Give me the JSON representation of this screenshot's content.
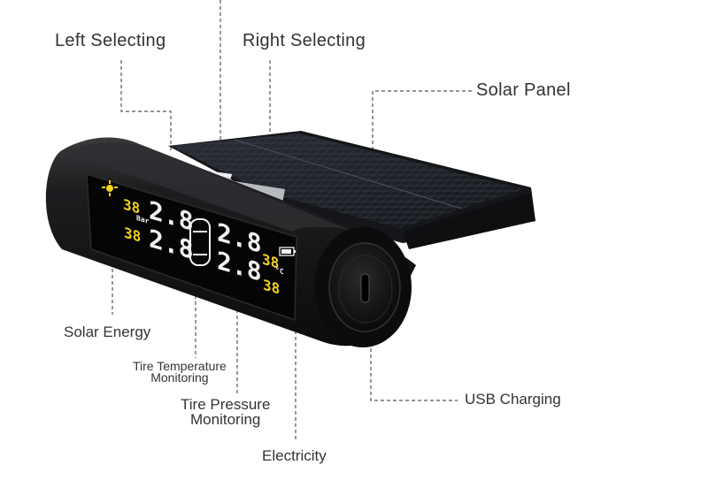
{
  "labels": {
    "left_selecting": "Left Selecting",
    "right_selecting": "Right Selecting",
    "solar_panel": "Solar Panel",
    "solar_energy": "Solar Energy",
    "tire_temperature_line1": "Tire Temperature",
    "tire_temperature_line2": "Monitoring",
    "tire_pressure_line1": "Tire Pressure",
    "tire_pressure_line2": "Monitoring",
    "usb_charging": "USB Charging",
    "electricity": "Electricity"
  },
  "display": {
    "pressure_readings": [
      "2.8",
      "2.8",
      "2.8",
      "2.8"
    ],
    "temperature_readings": [
      "38",
      "38",
      "38",
      "38"
    ],
    "pressure_unit": "Bar",
    "temperature_unit": "°C"
  },
  "colors": {
    "lcd_yellow": "#f3d21c",
    "lcd_white": "#f2f2f2",
    "device_body": "#1a1a1c",
    "leader_line": "#555555"
  }
}
